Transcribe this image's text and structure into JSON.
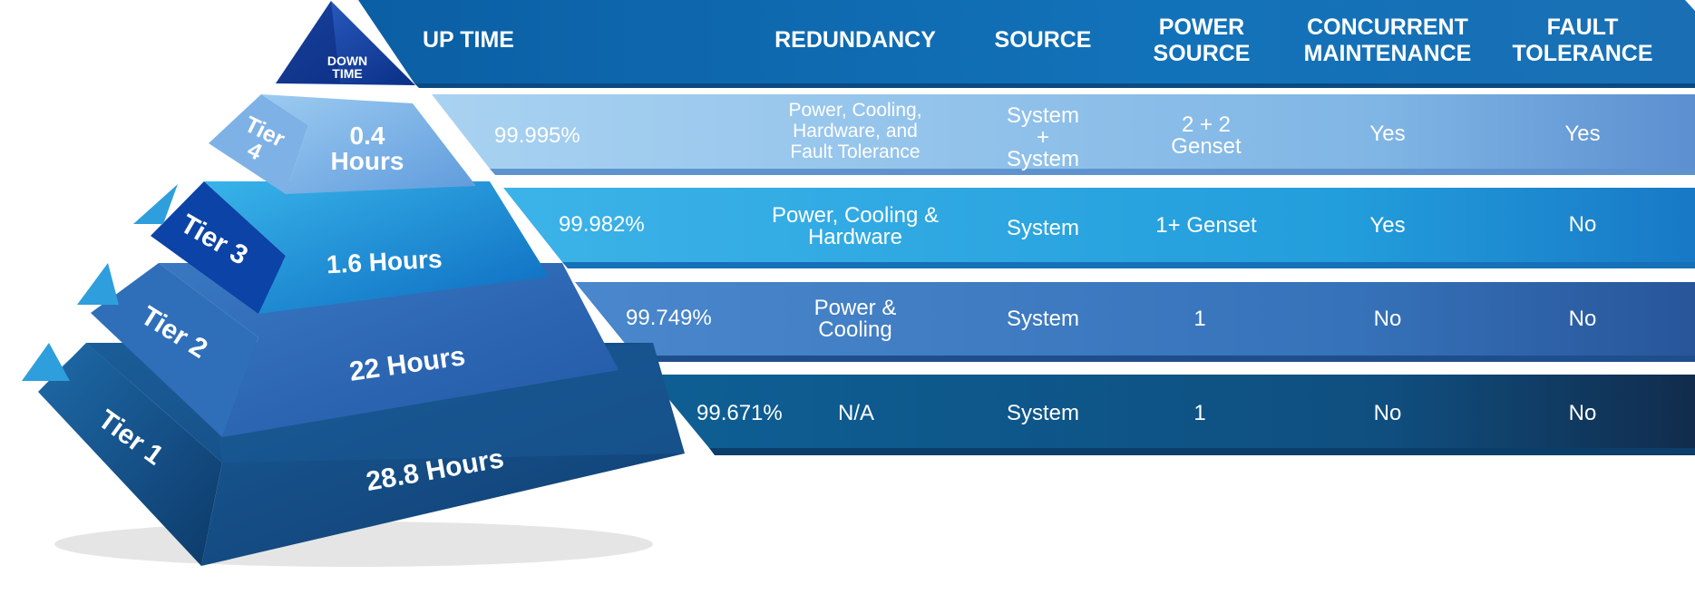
{
  "pyramid": {
    "top_label": "DOWN TIME",
    "tiers": [
      {
        "tier": "Tier 4",
        "downtime": "0.4 Hours"
      },
      {
        "tier": "Tier 3",
        "downtime": "1.6 Hours"
      },
      {
        "tier": "Tier 2",
        "downtime": "22 Hours"
      },
      {
        "tier": "Tier 1",
        "downtime": "28.8 Hours"
      }
    ]
  },
  "table": {
    "headers": [
      "UP TIME",
      "REDUNDANCY",
      "SOURCE",
      "POWER SOURCE",
      "CONCURRENT MAINTENANCE",
      "FAULT TOLERANCE"
    ],
    "rows": [
      {
        "uptime": "99.995%",
        "redundancy": "Power, Cooling, Hardware, and Fault Tolerance",
        "source": "System + System",
        "power_source": "2 + 2 Genset",
        "concurrent_maintenance": "Yes",
        "fault_tolerance": "Yes"
      },
      {
        "uptime": "99.982%",
        "redundancy": "Power, Cooling & Hardware",
        "source": "System",
        "power_source": "1+ Genset",
        "concurrent_maintenance": "Yes",
        "fault_tolerance": "No"
      },
      {
        "uptime": "99.749%",
        "redundancy": "Power & Cooling",
        "source": "System",
        "power_source": "1",
        "concurrent_maintenance": "No",
        "fault_tolerance": "No"
      },
      {
        "uptime": "99.671%",
        "redundancy": "N/A",
        "source": "System",
        "power_source": "1",
        "concurrent_maintenance": "No",
        "fault_tolerance": "No"
      }
    ]
  },
  "colors": {
    "header_band": "#0e72b8",
    "row_tier4": "#8ec3ea",
    "row_tier3": "#2da6e0",
    "row_tier2": "#3a7cc4",
    "row_tier1": "#0f5487",
    "accent_triangle": "#2e9fdc"
  }
}
